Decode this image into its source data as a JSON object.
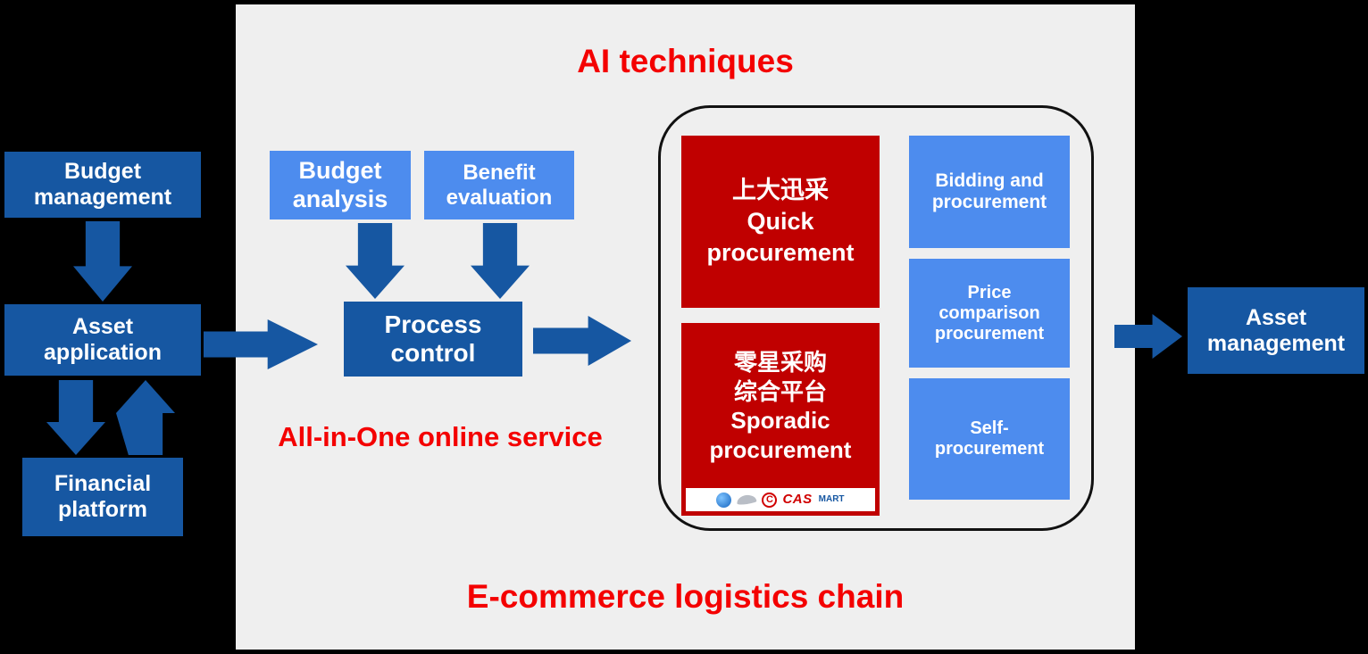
{
  "colors": {
    "dark_blue": "#1657a2",
    "light_blue": "#4d8cee",
    "box_red": "#c00000",
    "text_red": "#f40000",
    "panel_bg": "#efefef"
  },
  "panel": {
    "title": "AI techniques",
    "service_label": "All-in-One online service",
    "bottom_label": "E-commerce logistics chain"
  },
  "left_flow": {
    "budget_management": "Budget management",
    "asset_application": "Asset application",
    "financial_platform": "Financial platform"
  },
  "process": {
    "budget_analysis": "Budget analysis",
    "benefit_evaluation": "Benefit evaluation",
    "process_control": "Process control"
  },
  "platform_group": {
    "quick": {
      "cn": "上大迅采",
      "en": "Quick procurement"
    },
    "sporadic": {
      "cn_line1": "零星采购",
      "cn_line2": "综合平台",
      "en": "Sporadic procurement",
      "logo_cas": "CAS",
      "logo_mart": "MART",
      "logo_icons": [
        "globe-icon",
        "wing-icon",
        "copyright-icon"
      ]
    },
    "methods": [
      "Bidding and procurement",
      "Price comparison procurement",
      "Self-procurement"
    ]
  },
  "asset_management": "Asset management"
}
